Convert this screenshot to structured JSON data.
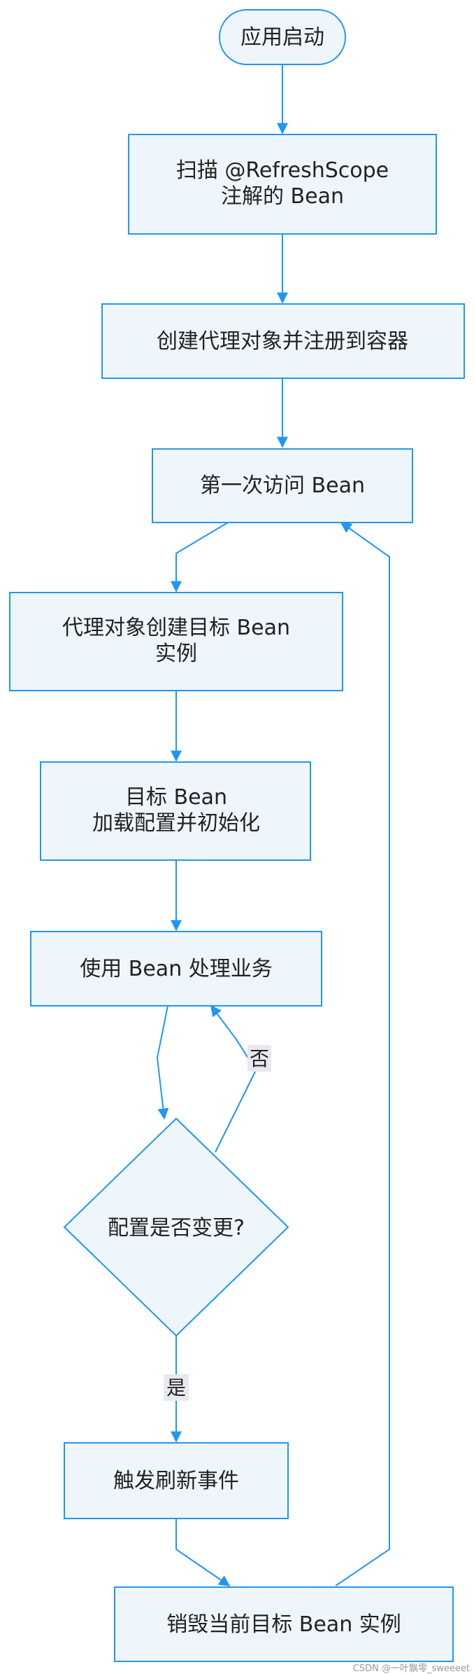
{
  "nodes": {
    "start": "应用启动",
    "scan_l1": "扫描 @RefreshScope",
    "scan_l2": "注解的 Bean",
    "register": "创建代理对象并注册到容器",
    "first_access": "第一次访问 Bean",
    "proxy_l1": "代理对象创建目标 Bean",
    "proxy_l2": "实例",
    "load_l1": "目标 Bean",
    "load_l2": "加载配置并初始化",
    "use": "使用 Bean 处理业务",
    "decision": "配置是否变更?",
    "trigger": "触发刷新事件",
    "destroy": "销毁当前目标 Bean 实例"
  },
  "edges": {
    "no": "否",
    "yes": "是"
  },
  "watermark": "CSDN @一叶飘零_sweeeet",
  "colors": {
    "stroke": "#2196f3",
    "fill": "#eef6fc",
    "edge_label_bg": "#e8e8ef"
  }
}
